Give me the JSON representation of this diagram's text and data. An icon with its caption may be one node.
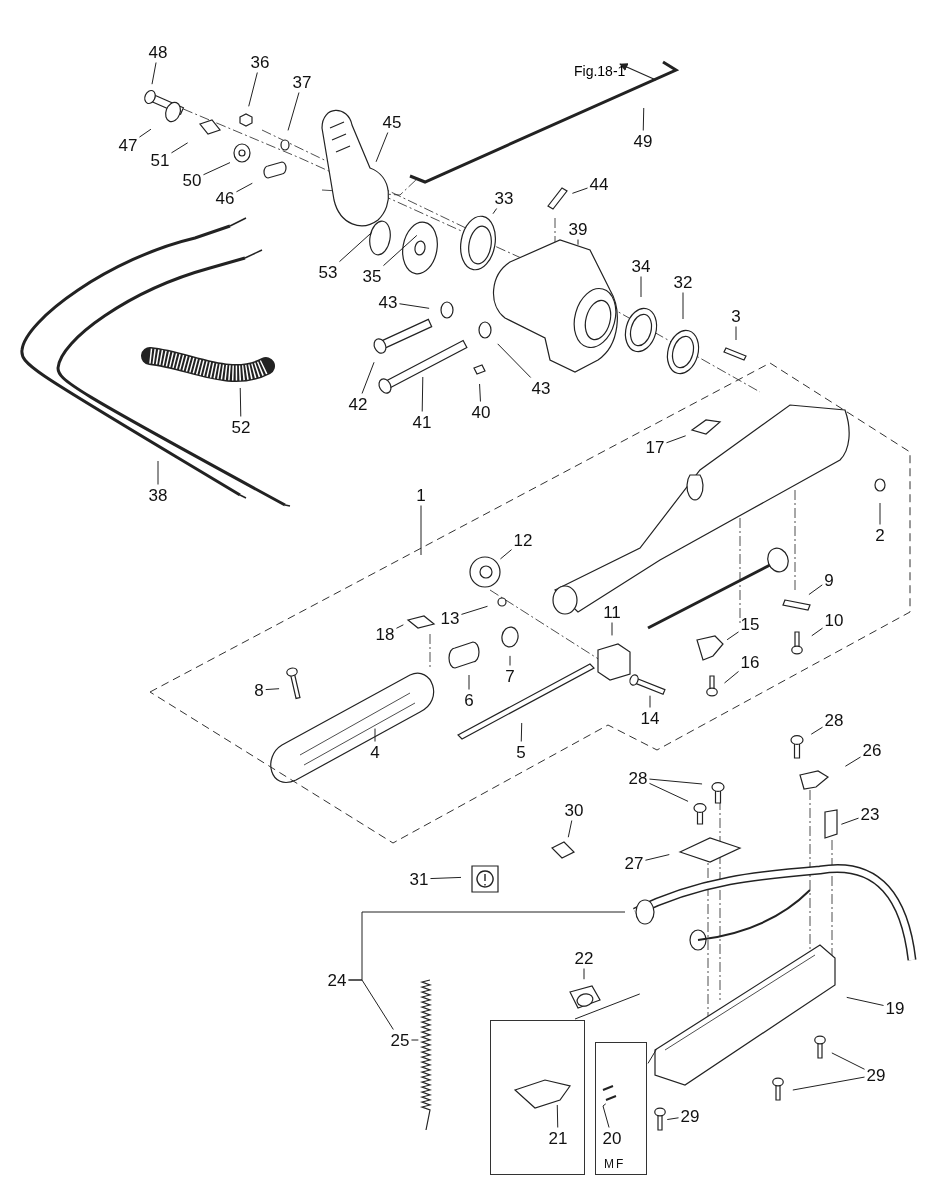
{
  "diagram": {
    "nodes": [
      {
        "text": [
          "48"
        ]
      },
      {
        "text": [
          "36"
        ]
      },
      {
        "text": [
          "37"
        ]
      },
      {
        "text": [
          "45"
        ]
      },
      {
        "text": [
          "49"
        ]
      },
      {
        "text": [
          "47"
        ]
      },
      {
        "text": [
          "51"
        ]
      },
      {
        "text": [
          "50"
        ]
      },
      {
        "text": [
          "44"
        ]
      },
      {
        "text": [
          "46"
        ]
      },
      {
        "text": [
          "33"
        ]
      },
      {
        "text": [
          "39"
        ]
      },
      {
        "text": [
          "34"
        ]
      },
      {
        "text": [
          "53"
        ]
      },
      {
        "text": [
          "35"
        ]
      },
      {
        "text": [
          "32"
        ]
      },
      {
        "text": [
          "43"
        ]
      },
      {
        "text": [
          "3"
        ]
      },
      {
        "text": [
          "43"
        ]
      },
      {
        "text": [
          "42"
        ]
      },
      {
        "text": [
          "40"
        ]
      },
      {
        "text": [
          "41"
        ]
      },
      {
        "text": [
          "52"
        ]
      },
      {
        "text": [],
        "shape": "box"
      },
      {
        "text": [
          "17"
        ],
        "in": 23
      },
      {
        "text": [
          "38"
        ]
      },
      {
        "text": [
          "1"
        ]
      },
      {
        "text": [
          "2"
        ],
        "in": 23
      },
      {
        "text": [
          "12"
        ],
        "in": 23
      },
      {
        "text": [
          "9"
        ],
        "in": 23
      },
      {
        "text": [
          "11"
        ],
        "in": 23
      },
      {
        "text": [
          "13"
        ],
        "in": 23
      },
      {
        "text": [
          "10"
        ],
        "in": 23
      },
      {
        "text": [
          "15"
        ],
        "in": 23
      },
      {
        "text": [
          "18"
        ],
        "in": 23
      },
      {
        "text": [
          "16"
        ],
        "in": 23
      },
      {
        "text": [
          "7"
        ],
        "in": 23
      },
      {
        "text": [
          "8"
        ],
        "in": 23
      },
      {
        "text": [
          "6"
        ],
        "in": 23
      },
      {
        "text": [
          "14"
        ],
        "in": 23
      },
      {
        "text": [
          "28"
        ]
      },
      {
        "text": [
          "5"
        ],
        "in": 23
      },
      {
        "text": [
          "4"
        ],
        "in": 23
      },
      {
        "text": [
          "26"
        ]
      },
      {
        "text": [
          "28"
        ]
      },
      {
        "text": [
          "23"
        ]
      },
      {
        "text": [
          "30"
        ]
      },
      {
        "text": [
          "27"
        ]
      },
      {
        "text": [
          "31"
        ]
      },
      {
        "text": [
          "22"
        ]
      },
      {
        "text": [
          "24"
        ]
      },
      {
        "text": [
          "19"
        ]
      },
      {
        "text": [
          "25"
        ]
      },
      {
        "text": [
          "29"
        ]
      },
      {
        "text": [
          "29"
        ]
      },
      {
        "text": [],
        "shape": "box"
      },
      {
        "text": [
          "21"
        ],
        "in": 55
      },
      {
        "text": [
          "MF"
        ]
      },
      {
        "text": [
          "20"
        ],
        "in": 57
      }
    ],
    "edges": [
      {
        "from": 0,
        "to": null,
        "arrow": "none"
      },
      {
        "from": 1,
        "to": null,
        "arrow": "none"
      },
      {
        "from": 2,
        "to": null,
        "arrow": "none"
      },
      {
        "from": 3,
        "to": null,
        "arrow": "none"
      },
      {
        "from": 4,
        "to": null,
        "arrow": "none"
      },
      {
        "from": 5,
        "to": null,
        "arrow": "none"
      },
      {
        "from": 6,
        "to": null,
        "arrow": "none"
      },
      {
        "from": 7,
        "to": null,
        "arrow": "none"
      },
      {
        "from": 8,
        "to": null,
        "arrow": "none"
      },
      {
        "from": 9,
        "to": null,
        "arrow": "none"
      },
      {
        "from": 10,
        "to": null,
        "arrow": "none"
      },
      {
        "from": 11,
        "to": null,
        "arrow": "none"
      },
      {
        "from": 12,
        "to": null,
        "arrow": "none"
      },
      {
        "from": 13,
        "to": null,
        "arrow": "none"
      },
      {
        "from": 14,
        "to": null,
        "arrow": "none"
      },
      {
        "from": 15,
        "to": null,
        "arrow": "none"
      },
      {
        "from": 16,
        "to": null,
        "arrow": "none"
      },
      {
        "from": 17,
        "to": null,
        "arrow": "none"
      },
      {
        "from": 18,
        "to": null,
        "arrow": "none"
      },
      {
        "from": 19,
        "to": null,
        "arrow": "none"
      },
      {
        "from": 20,
        "to": null,
        "arrow": "none"
      },
      {
        "from": 21,
        "to": null,
        "arrow": "none"
      },
      {
        "from": 22,
        "to": null,
        "arrow": "none"
      },
      {
        "from": 24,
        "to": null,
        "arrow": "none"
      },
      {
        "from": 25,
        "to": null,
        "arrow": "none"
      },
      {
        "from": 26,
        "to": 23,
        "arrow": "none"
      },
      {
        "from": 27,
        "to": null,
        "arrow": "none"
      },
      {
        "from": 28,
        "to": null,
        "arrow": "none"
      },
      {
        "from": 29,
        "to": null,
        "arrow": "none"
      },
      {
        "from": 30,
        "to": null,
        "arrow": "none"
      },
      {
        "from": 31,
        "to": null,
        "arrow": "none"
      },
      {
        "from": 32,
        "to": null,
        "arrow": "none"
      },
      {
        "from": 33,
        "to": null,
        "arrow": "none"
      },
      {
        "from": 34,
        "to": null,
        "arrow": "none"
      },
      {
        "from": 35,
        "to": null,
        "arrow": "none"
      },
      {
        "from": 36,
        "to": null,
        "arrow": "none"
      },
      {
        "from": 37,
        "to": null,
        "arrow": "none"
      },
      {
        "from": 38,
        "to": null,
        "arrow": "none"
      },
      {
        "from": 39,
        "to": null,
        "arrow": "none"
      },
      {
        "from": 40,
        "to": null,
        "arrow": "none"
      },
      {
        "from": 41,
        "to": null,
        "arrow": "none"
      },
      {
        "from": 42,
        "to": null,
        "arrow": "none"
      },
      {
        "from": 43,
        "to": null,
        "arrow": "none"
      },
      {
        "from": 44,
        "to": null,
        "arrow": "none"
      },
      {
        "from": 44,
        "to": null,
        "arrow": "none"
      },
      {
        "from": 45,
        "to": null,
        "arrow": "none"
      },
      {
        "from": 46,
        "to": null,
        "arrow": "none"
      },
      {
        "from": 47,
        "to": null,
        "arrow": "none"
      },
      {
        "from": 48,
        "to": null,
        "arrow": "none"
      },
      {
        "from": 49,
        "to": null,
        "arrow": "none"
      },
      {
        "from": 50,
        "to": null,
        "arrow": "none"
      },
      {
        "from": 50,
        "to": 52,
        "arrow": "none"
      },
      {
        "from": 51,
        "to": null,
        "arrow": "none"
      },
      {
        "from": 52,
        "to": null,
        "arrow": "none"
      },
      {
        "from": 53,
        "to": null,
        "arrow": "none"
      },
      {
        "from": 53,
        "to": null,
        "arrow": "none"
      },
      {
        "from": 54,
        "to": null,
        "arrow": "none"
      },
      {
        "from": 56,
        "to": null,
        "arrow": "none"
      },
      {
        "from": 58,
        "to": null,
        "arrow": "none"
      },
      {
        "from": 55,
        "to": null,
        "arrow": "none"
      },
      {
        "from": 57,
        "to": null,
        "arrow": "none"
      }
    ],
    "labels": [
      "Fig.18-1"
    ]
  }
}
